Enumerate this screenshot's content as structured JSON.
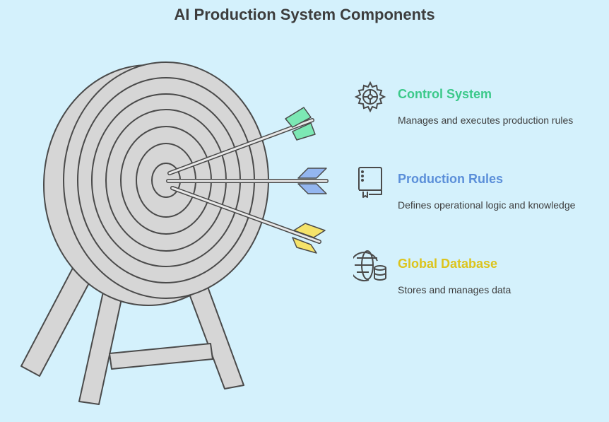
{
  "title": "AI Production System Components",
  "components": [
    {
      "label": "Control System",
      "description": "Manages and executes production rules",
      "color": "#3cc98a",
      "icon": "gear-icon"
    },
    {
      "label": "Production Rules",
      "description": "Defines operational logic and knowledge",
      "color": "#5b8fd9",
      "icon": "book-icon"
    },
    {
      "label": "Global Database",
      "description": "Stores and manages data",
      "color": "#dcc41c",
      "icon": "globe-database-icon"
    }
  ],
  "arrow_fletch_colors": [
    "#7ce8b4",
    "#93b6f0",
    "#f5e36a"
  ]
}
